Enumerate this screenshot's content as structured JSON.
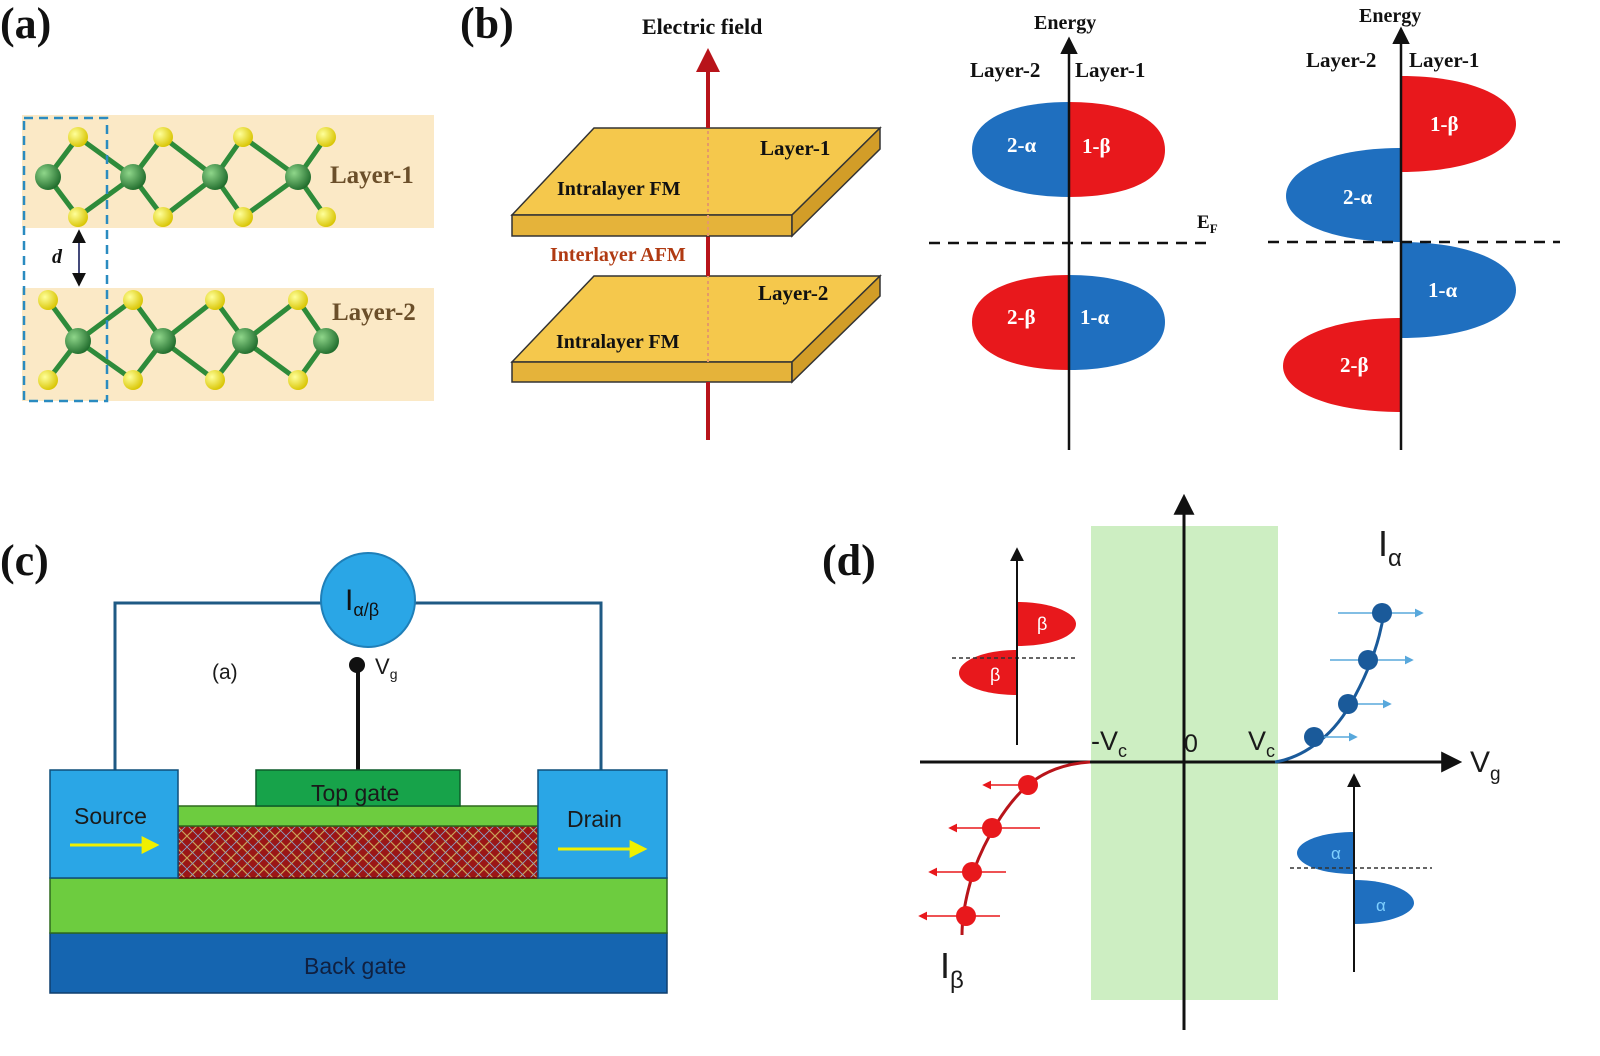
{
  "labels": {
    "a": "(a)",
    "b": "(b)",
    "c": "(c)",
    "d": "(d)"
  },
  "panel_a": {
    "layer1": "Layer-1",
    "layer2": "Layer-2",
    "spacing": "d"
  },
  "panel_b": {
    "electric_field": "Electric field",
    "layer1": "Layer-1",
    "layer2": "Layer-2",
    "intra_fm_top": "Intralayer FM",
    "intra_fm_bottom": "Intralayer FM",
    "inter_afm": "Interlayer AFM"
  },
  "band_left": {
    "energy": "Energy",
    "layer2": "Layer-2",
    "layer1": "Layer-1",
    "ef": "E",
    "ef_sub": "F",
    "s2a": "2-α",
    "s1b": "1-β",
    "s2b": "2-β",
    "s1a": "1-α"
  },
  "band_right": {
    "energy": "Energy",
    "layer2": "Layer-2",
    "layer1": "Layer-1",
    "s1b": "1-β",
    "s2a": "2-α",
    "s1a": "1-α",
    "s2b": "2-β"
  },
  "panel_c": {
    "meter": "I",
    "meter_sub": "α/β",
    "vg": "V",
    "vg_sub": "g",
    "inner_label": "(a)",
    "source": "Source",
    "drain": "Drain",
    "top_gate": "Top gate",
    "back_gate": "Back gate"
  },
  "panel_d": {
    "neg_vc": "-V",
    "neg_vc_sub": "c",
    "zero": "0",
    "vc": "V",
    "vc_sub": "c",
    "x_axis": "V",
    "x_axis_sub": "g",
    "i_alpha": "I",
    "i_alpha_sub": "α",
    "i_beta": "I",
    "i_beta_sub": "β",
    "inset_beta_top": "β",
    "inset_beta_bottom": "β",
    "inset_alpha_top": "α",
    "inset_alpha_bottom": "α"
  },
  "colors": {
    "red": "#e8181c",
    "blue": "#1f6fbf",
    "slab": "#f5c84c",
    "layer_bg": "#fbe9c6",
    "atom_yellow": "#f2e300",
    "atom_green": "#2e8b3a",
    "field_arrow": "#b8141a",
    "cyan": "#2aa6e6",
    "gate_green": "#6dcc3f",
    "back_gate": "#1565b0",
    "window": "#cdeec2"
  }
}
